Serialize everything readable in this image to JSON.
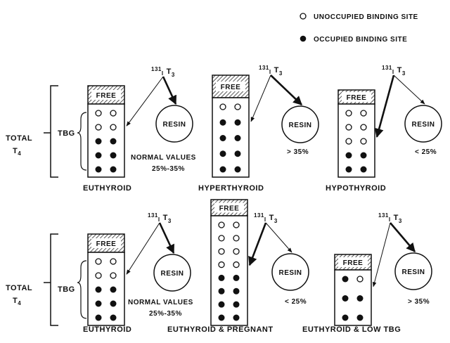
{
  "legend": {
    "unoccupied": "UNOCCUPIED BINDING SITE",
    "occupied": "OCCUPIED BINDING SITE"
  },
  "common": {
    "free": "FREE",
    "resin": "RESIN",
    "tracer_mass": "131",
    "tracer_element": "I",
    "tracer_t": "T",
    "tracer_sub": "3",
    "total": "TOTAL",
    "t4": "T",
    "t4_sub": "4",
    "tbg": "TBG",
    "normal_values": "NORMAL VALUES",
    "normal_range": "25%-35%"
  },
  "panels": [
    {
      "id": "euthyroid-1",
      "label": "EUTHYROID",
      "value": "",
      "sites": [
        "o",
        "o",
        "o",
        "o",
        "f",
        "f",
        "f",
        "f",
        "f",
        "f"
      ],
      "resin_arrow": "thick",
      "tbg_arrow": "thin"
    },
    {
      "id": "hyperthyroid",
      "label": "HYPERTHYROID",
      "value": "> 35%",
      "sites": [
        "o",
        "o",
        "f",
        "f",
        "f",
        "f",
        "f",
        "f",
        "f",
        "f"
      ],
      "resin_arrow": "thick",
      "tbg_arrow": "thin"
    },
    {
      "id": "hypothyroid",
      "label": "HYPOTHYROID",
      "value": "< 25%",
      "sites": [
        "o",
        "o",
        "o",
        "o",
        "o",
        "o",
        "f",
        "f",
        "f",
        "f"
      ],
      "resin_arrow": "thin",
      "tbg_arrow": "thick"
    },
    {
      "id": "euthyroid-2",
      "label": "EUTHYROID",
      "value": "",
      "sites": [
        "o",
        "o",
        "o",
        "o",
        "f",
        "f",
        "f",
        "f",
        "f",
        "f"
      ],
      "resin_arrow": "thick",
      "tbg_arrow": "thin"
    },
    {
      "id": "euthyroid-pregnant",
      "label": "EUTHYROID & PREGNANT",
      "value": "< 25%",
      "sites": [
        "o",
        "o",
        "o",
        "o",
        "o",
        "o",
        "o",
        "o",
        "f",
        "f",
        "f",
        "f",
        "f",
        "f",
        "f",
        "f"
      ],
      "resin_arrow": "thin",
      "tbg_arrow": "thick"
    },
    {
      "id": "euthyroid-low-tbg",
      "label": "EUTHYROID & LOW TBG",
      "value": "> 35%",
      "sites": [
        "f",
        "o",
        "f",
        "f",
        "f",
        "f"
      ],
      "resin_arrow": "thick",
      "tbg_arrow": "thin"
    }
  ]
}
